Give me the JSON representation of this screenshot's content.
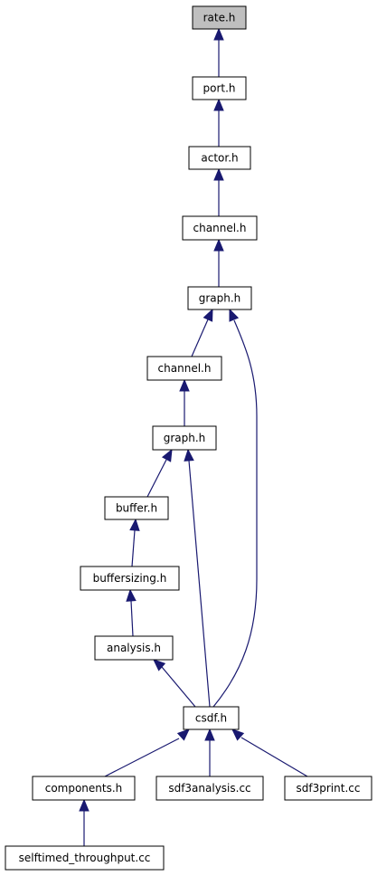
{
  "nodes": [
    {
      "id": "rate_h",
      "label": "rate.h",
      "root": true
    },
    {
      "id": "port_h",
      "label": "port.h"
    },
    {
      "id": "actor_h",
      "label": "actor.h"
    },
    {
      "id": "channel_h_1",
      "label": "channel.h"
    },
    {
      "id": "graph_h_1",
      "label": "graph.h"
    },
    {
      "id": "channel_h_2",
      "label": "channel.h"
    },
    {
      "id": "graph_h_2",
      "label": "graph.h"
    },
    {
      "id": "buffer_h",
      "label": "buffer.h"
    },
    {
      "id": "buffersizing_h",
      "label": "buffersizing.h"
    },
    {
      "id": "analysis_h",
      "label": "analysis.h"
    },
    {
      "id": "csdf_h",
      "label": "csdf.h"
    },
    {
      "id": "components_h",
      "label": "components.h"
    },
    {
      "id": "sdf3analysis_cc",
      "label": "sdf3analysis.cc"
    },
    {
      "id": "sdf3print_cc",
      "label": "sdf3print.cc"
    },
    {
      "id": "selftimed_throughput_cc",
      "label": "selftimed_throughput.cc"
    }
  ],
  "edges": [
    {
      "from": "port_h",
      "to": "rate_h"
    },
    {
      "from": "actor_h",
      "to": "port_h"
    },
    {
      "from": "channel_h_1",
      "to": "actor_h"
    },
    {
      "from": "graph_h_1",
      "to": "channel_h_1"
    },
    {
      "from": "channel_h_2",
      "to": "graph_h_1"
    },
    {
      "from": "csdf_h",
      "to": "graph_h_1"
    },
    {
      "from": "graph_h_2",
      "to": "channel_h_2"
    },
    {
      "from": "buffer_h",
      "to": "graph_h_2"
    },
    {
      "from": "csdf_h",
      "to": "graph_h_2"
    },
    {
      "from": "buffersizing_h",
      "to": "buffer_h"
    },
    {
      "from": "analysis_h",
      "to": "buffersizing_h"
    },
    {
      "from": "csdf_h",
      "to": "analysis_h"
    },
    {
      "from": "components_h",
      "to": "csdf_h"
    },
    {
      "from": "sdf3analysis_cc",
      "to": "csdf_h"
    },
    {
      "from": "sdf3print_cc",
      "to": "csdf_h"
    },
    {
      "from": "selftimed_throughput_cc",
      "to": "components_h"
    }
  ]
}
